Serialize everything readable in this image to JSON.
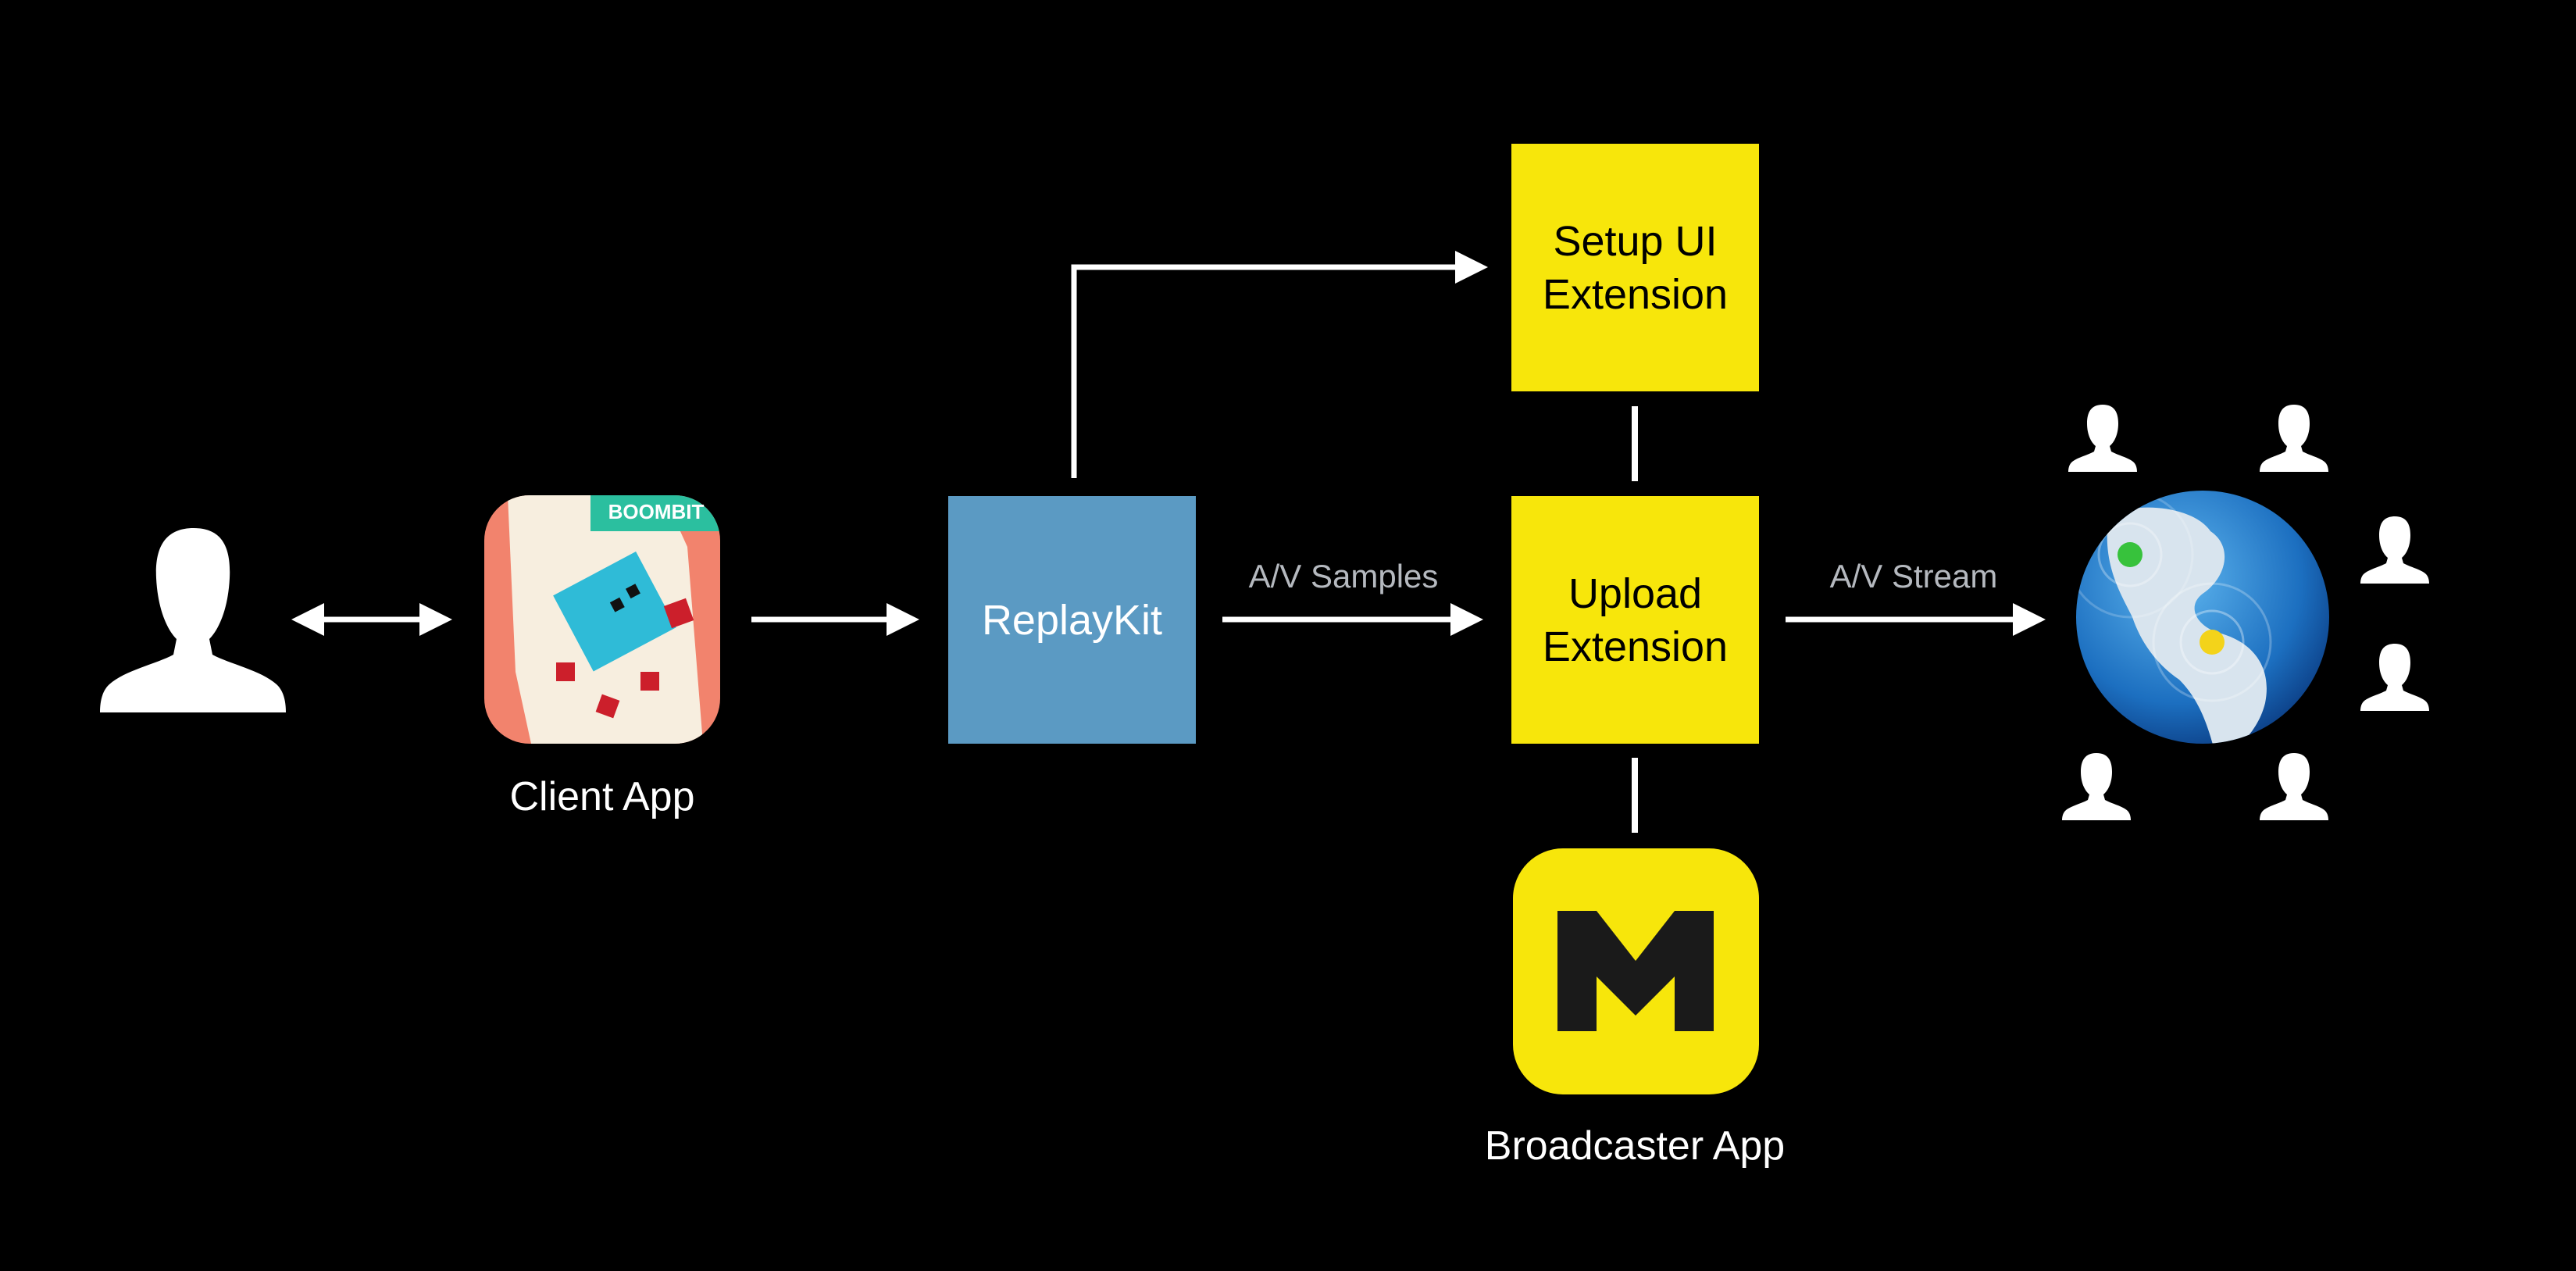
{
  "nodes": {
    "setup_ui": "Setup UI\nExtension",
    "upload": "Upload\nExtension",
    "replaykit": "ReplayKit"
  },
  "labels": {
    "client_app": "Client App",
    "broadcaster_app": "Broadcaster App",
    "av_samples": "A/V Samples",
    "av_stream": "A/V Stream"
  },
  "client_app_icon": {
    "brand": "BOOMBIT"
  },
  "icons": [
    "user-icon",
    "client-app-icon",
    "broadcaster-app-icon",
    "globe-icon",
    "viewer-icon"
  ],
  "colors": {
    "background": "#000000",
    "extension_box": "#f7e60b",
    "replaykit_box": "#5b9ac3",
    "arrow": "#ffffff"
  }
}
